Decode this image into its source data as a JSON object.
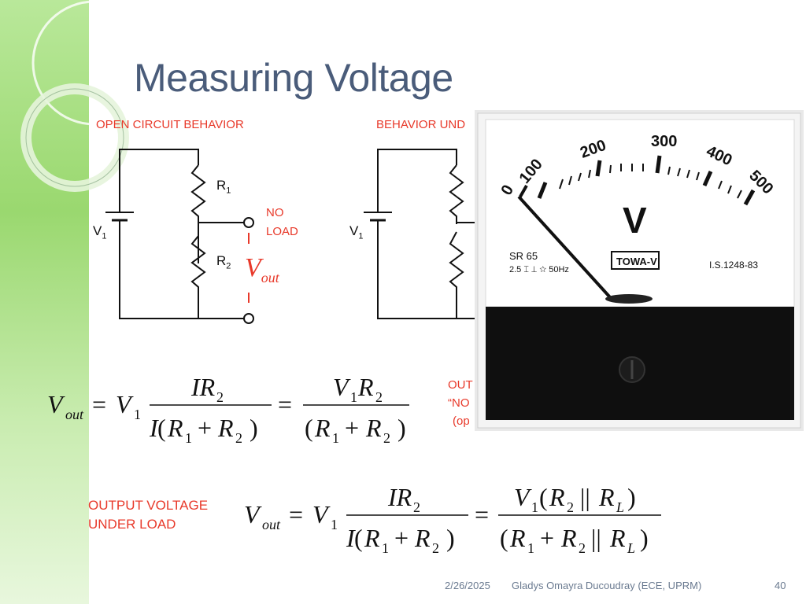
{
  "slide": {
    "title": "Measuring Voltage",
    "left_circuit_label": "OPEN CIRCUIT BEHAVIOR",
    "right_circuit_label": "BEHAVIOR UND",
    "no_load_line1": "NO",
    "no_load_line2": "LOAD",
    "output_partial_1": "OUT",
    "output_partial_2": "“NO",
    "output_partial_3": "(op",
    "output_under_load_line1": "OUTPUT VOLTAGE",
    "output_under_load_line2": "UNDER LOAD"
  },
  "circuit": {
    "v1": "V",
    "v1_sub": "1",
    "r1": "R",
    "r1_sub": "1",
    "r2": "R",
    "r2_sub": "2",
    "vout": "V",
    "vout_sub": "out"
  },
  "meter": {
    "scale": [
      "0",
      "100",
      "200",
      "300",
      "400",
      "500"
    ],
    "unit": "V",
    "model": "SR 65",
    "spec": "2.5 ⌶ ⊥ ☆ 50Hz",
    "brand": "TOWA-V",
    "standard": "I.S.1248-83",
    "needle_reading": 0
  },
  "footer": {
    "date": "2/26/2025",
    "author": "Gladys Omayra Ducoudray (ECE, UPRM)",
    "page": "40"
  },
  "colors": {
    "title": "#4a5c7a",
    "accent_red": "#e8392a",
    "sidebar_green": "#9ad86f"
  }
}
